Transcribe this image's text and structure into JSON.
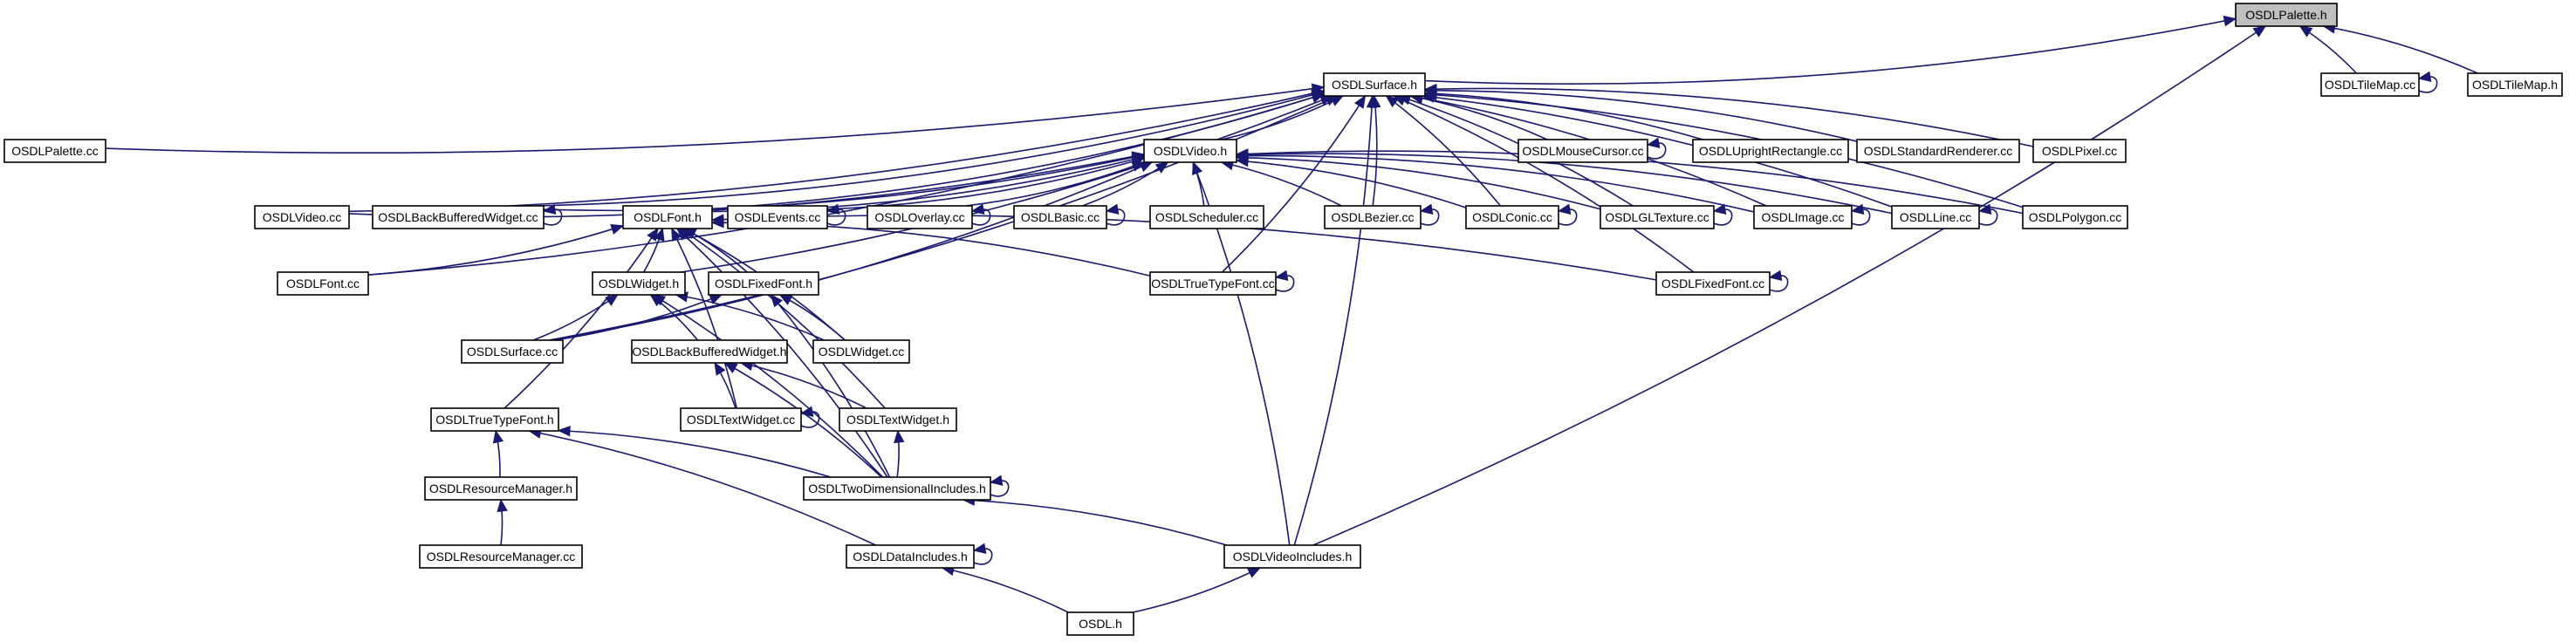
{
  "diagram": {
    "type": "include-dependency-graph",
    "colors": {
      "edge": "#191970",
      "root_fill": "#bfbfbf",
      "node_fill": "#ffffff",
      "node_border": "#000000"
    },
    "nodes": [
      {
        "id": "palette_h",
        "label": "OSDLPalette.h",
        "root": true
      },
      {
        "id": "surface_h",
        "label": "OSDLSurface.h"
      },
      {
        "id": "tilemap_cc",
        "label": "OSDLTileMap.cc"
      },
      {
        "id": "tilemap_h",
        "label": "OSDLTileMap.h"
      },
      {
        "id": "palette_cc",
        "label": "OSDLPalette.cc"
      },
      {
        "id": "video_h",
        "label": "OSDLVideo.h"
      },
      {
        "id": "mousecursor_cc",
        "label": "OSDLMouseCursor.cc"
      },
      {
        "id": "uprightrect_cc",
        "label": "OSDLUprightRectangle.cc"
      },
      {
        "id": "stdrenderer_cc",
        "label": "OSDLStandardRenderer.cc"
      },
      {
        "id": "pixel_cc",
        "label": "OSDLPixel.cc"
      },
      {
        "id": "video_cc",
        "label": "OSDLVideo.cc"
      },
      {
        "id": "bbwidget_cc",
        "label": "OSDLBackBufferedWidget.cc"
      },
      {
        "id": "font_h",
        "label": "OSDLFont.h"
      },
      {
        "id": "events_cc",
        "label": "OSDLEvents.cc"
      },
      {
        "id": "overlay_cc",
        "label": "OSDLOverlay.cc"
      },
      {
        "id": "basic_cc",
        "label": "OSDLBasic.cc"
      },
      {
        "id": "scheduler_cc",
        "label": "OSDLScheduler.cc"
      },
      {
        "id": "bezier_cc",
        "label": "OSDLBezier.cc"
      },
      {
        "id": "conic_cc",
        "label": "OSDLConic.cc"
      },
      {
        "id": "gltexture_cc",
        "label": "OSDLGLTexture.cc"
      },
      {
        "id": "image_cc",
        "label": "OSDLImage.cc"
      },
      {
        "id": "line_cc",
        "label": "OSDLLine.cc"
      },
      {
        "id": "polygon_cc",
        "label": "OSDLPolygon.cc"
      },
      {
        "id": "font_cc",
        "label": "OSDLFont.cc"
      },
      {
        "id": "widget_h",
        "label": "OSDLWidget.h"
      },
      {
        "id": "fixedfont_h",
        "label": "OSDLFixedFont.h"
      },
      {
        "id": "truetypefont_cc",
        "label": "OSDLTrueTypeFont.cc"
      },
      {
        "id": "fixedfont_cc",
        "label": "OSDLFixedFont.cc"
      },
      {
        "id": "surface_cc",
        "label": "OSDLSurface.cc"
      },
      {
        "id": "bbwidget_h",
        "label": "OSDLBackBufferedWidget.h"
      },
      {
        "id": "widget_cc",
        "label": "OSDLWidget.cc"
      },
      {
        "id": "truetypefont_h",
        "label": "OSDLTrueTypeFont.h"
      },
      {
        "id": "textwidget_cc",
        "label": "OSDLTextWidget.cc"
      },
      {
        "id": "textwidget_h",
        "label": "OSDLTextWidget.h"
      },
      {
        "id": "resmgr_h",
        "label": "OSDLResourceManager.h"
      },
      {
        "id": "twodim_h",
        "label": "OSDLTwoDimensionalIncludes.h"
      },
      {
        "id": "resmgr_cc",
        "label": "OSDLResourceManager.cc"
      },
      {
        "id": "datainc_h",
        "label": "OSDLDataIncludes.h"
      },
      {
        "id": "videoinc_h",
        "label": "OSDLVideoIncludes.h"
      },
      {
        "id": "osdl_h",
        "label": "OSDL.h"
      }
    ],
    "edges": [
      [
        "surface_h",
        "palette_h"
      ],
      [
        "tilemap_cc",
        "palette_h"
      ],
      [
        "tilemap_h",
        "palette_h"
      ],
      [
        "videoinc_h",
        "palette_h"
      ],
      [
        "palette_cc",
        "surface_h"
      ],
      [
        "video_h",
        "surface_h"
      ],
      [
        "mousecursor_cc",
        "surface_h"
      ],
      [
        "uprightrect_cc",
        "surface_h"
      ],
      [
        "stdrenderer_cc",
        "surface_h"
      ],
      [
        "pixel_cc",
        "surface_h"
      ],
      [
        "video_cc",
        "surface_h"
      ],
      [
        "bbwidget_cc",
        "surface_h"
      ],
      [
        "font_h",
        "surface_h"
      ],
      [
        "bezier_cc",
        "surface_h"
      ],
      [
        "conic_cc",
        "surface_h"
      ],
      [
        "gltexture_cc",
        "surface_h"
      ],
      [
        "image_cc",
        "surface_h"
      ],
      [
        "line_cc",
        "surface_h"
      ],
      [
        "polygon_cc",
        "surface_h"
      ],
      [
        "font_cc",
        "surface_h"
      ],
      [
        "surface_cc",
        "surface_h"
      ],
      [
        "truetypefont_cc",
        "surface_h"
      ],
      [
        "fixedfont_cc",
        "surface_h"
      ],
      [
        "widget_h",
        "surface_h"
      ],
      [
        "videoinc_h",
        "surface_h"
      ],
      [
        "video_cc",
        "video_h"
      ],
      [
        "bbwidget_cc",
        "video_h"
      ],
      [
        "font_h",
        "video_h"
      ],
      [
        "events_cc",
        "video_h"
      ],
      [
        "overlay_cc",
        "video_h"
      ],
      [
        "basic_cc",
        "video_h"
      ],
      [
        "scheduler_cc",
        "video_h"
      ],
      [
        "bezier_cc",
        "video_h"
      ],
      [
        "conic_cc",
        "video_h"
      ],
      [
        "gltexture_cc",
        "video_h"
      ],
      [
        "image_cc",
        "video_h"
      ],
      [
        "line_cc",
        "video_h"
      ],
      [
        "polygon_cc",
        "video_h"
      ],
      [
        "surface_cc",
        "video_h"
      ],
      [
        "videoinc_h",
        "video_h"
      ],
      [
        "font_cc",
        "font_h"
      ],
      [
        "widget_h",
        "font_h"
      ],
      [
        "fixedfont_h",
        "font_h"
      ],
      [
        "truetypefont_cc",
        "font_h"
      ],
      [
        "fixedfont_cc",
        "font_h"
      ],
      [
        "widget_cc",
        "font_h"
      ],
      [
        "textwidget_cc",
        "font_h"
      ],
      [
        "textwidget_h",
        "font_h"
      ],
      [
        "truetypefont_h",
        "font_h"
      ],
      [
        "twodim_h",
        "font_h"
      ],
      [
        "surface_cc",
        "widget_h"
      ],
      [
        "bbwidget_h",
        "widget_h"
      ],
      [
        "widget_cc",
        "widget_h"
      ],
      [
        "twodim_h",
        "widget_h"
      ],
      [
        "surface_cc",
        "fixedfont_h"
      ],
      [
        "widget_cc",
        "fixedfont_h"
      ],
      [
        "twodim_h",
        "fixedfont_h"
      ],
      [
        "textwidget_cc",
        "bbwidget_h"
      ],
      [
        "textwidget_h",
        "bbwidget_h"
      ],
      [
        "twodim_h",
        "bbwidget_h"
      ],
      [
        "twodim_h",
        "textwidget_h"
      ],
      [
        "resmgr_h",
        "truetypefont_h"
      ],
      [
        "twodim_h",
        "truetypefont_h"
      ],
      [
        "datainc_h",
        "truetypefont_h"
      ],
      [
        "resmgr_cc",
        "resmgr_h"
      ],
      [
        "videoinc_h",
        "twodim_h"
      ],
      [
        "osdl_h",
        "datainc_h"
      ],
      [
        "osdl_h",
        "videoinc_h"
      ]
    ],
    "self_loops": [
      "tilemap_cc",
      "mousecursor_cc",
      "bbwidget_cc",
      "events_cc",
      "overlay_cc",
      "basic_cc",
      "bezier_cc",
      "conic_cc",
      "gltexture_cc",
      "image_cc",
      "line_cc",
      "truetypefont_cc",
      "fixedfont_cc",
      "textwidget_cc",
      "twodim_h",
      "datainc_h"
    ]
  }
}
